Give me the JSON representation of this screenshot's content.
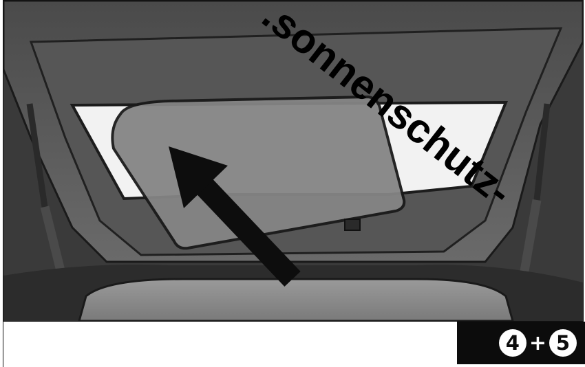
{
  "step_badge": {
    "first_step": "4",
    "separator": "+",
    "second_step": "5"
  },
  "watermark": {
    "text": ".sonnenschutz-"
  },
  "illustration": {
    "subject": "shade panel placed on rear hatch window, arrow pointing up-left",
    "arrow_icon": "arrow-up-left-icon"
  },
  "colors": {
    "hatch": "#5a5a5a",
    "glass": "#f2f2f2",
    "shade": "#858585",
    "arrow": "#0d0d0d",
    "badge_bg": "#0c0c0c"
  }
}
